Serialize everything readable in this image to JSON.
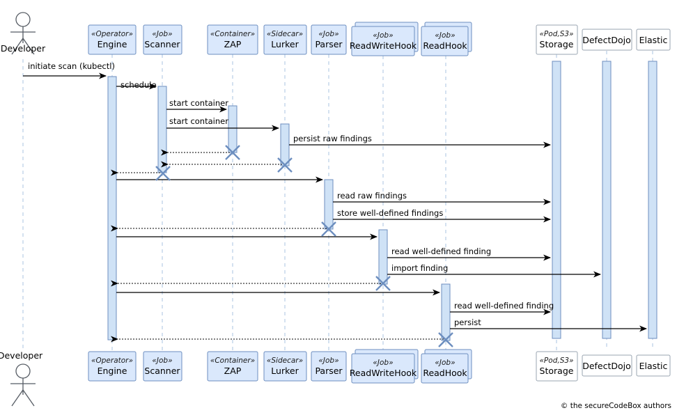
{
  "diagram": {
    "type": "uml-sequence-diagram",
    "copyright": "© the secureCodeBox authors",
    "colors": {
      "participant_fill": "#DAE8FC",
      "participant_stroke": "#6C8EBF",
      "plain_fill": "#FFFFFF",
      "plain_stroke": "#9AA5B1",
      "activation_fill": "#CFE2F6",
      "lifeline_dash": "#A8C3E0",
      "message_stroke": "#000000",
      "destroy_marker": "#6C8EBF"
    }
  },
  "actor": {
    "name": "Developer",
    "top_label": "Developer",
    "bottom_label": "Developer"
  },
  "participants": [
    {
      "id": "engine",
      "stereotype": "«Operator»",
      "name": "Engine",
      "style": "blue",
      "multi": false
    },
    {
      "id": "scanner",
      "stereotype": "«Job»",
      "name": "Scanner",
      "style": "blue",
      "multi": false
    },
    {
      "id": "zap",
      "stereotype": "«Container»",
      "name": "ZAP",
      "style": "blue",
      "multi": false
    },
    {
      "id": "lurker",
      "stereotype": "«Sidecar»",
      "name": "Lurker",
      "style": "blue",
      "multi": false
    },
    {
      "id": "parser",
      "stereotype": "«Job»",
      "name": "Parser",
      "style": "blue",
      "multi": false
    },
    {
      "id": "readwritehook",
      "stereotype": "«Job»",
      "name": "ReadWriteHook",
      "style": "blue",
      "multi": true
    },
    {
      "id": "readhook",
      "stereotype": "«Job»",
      "name": "ReadHook",
      "style": "blue",
      "multi": true
    },
    {
      "id": "storage",
      "stereotype": "«Pod,S3»",
      "name": "Storage",
      "style": "plain",
      "multi": false
    },
    {
      "id": "defectdojo",
      "stereotype": "",
      "name": "DefectDojo",
      "style": "plain",
      "multi": false
    },
    {
      "id": "elastic",
      "stereotype": "",
      "name": "Elastic",
      "style": "plain",
      "multi": false
    }
  ],
  "messages": [
    {
      "index": 0,
      "label": "initiate scan (kubectl)",
      "from": "developer",
      "to": "engine",
      "kind": "call"
    },
    {
      "index": 1,
      "label": "schedule",
      "from": "engine",
      "to": "scanner",
      "kind": "call"
    },
    {
      "index": 2,
      "label": "start container",
      "from": "scanner",
      "to": "zap",
      "kind": "call"
    },
    {
      "index": 3,
      "label": "start container",
      "from": "scanner",
      "to": "lurker",
      "kind": "call"
    },
    {
      "index": 4,
      "label": "persist raw findings",
      "from": "lurker",
      "to": "storage",
      "kind": "call"
    },
    {
      "index": 5,
      "label": "",
      "from": "zap",
      "to": "scanner",
      "kind": "return"
    },
    {
      "index": 6,
      "label": "",
      "from": "lurker",
      "to": "scanner",
      "kind": "return"
    },
    {
      "index": 7,
      "label": "",
      "from": "scanner",
      "to": "engine",
      "kind": "return"
    },
    {
      "index": 8,
      "label": "",
      "from": "engine",
      "to": "parser",
      "kind": "call"
    },
    {
      "index": 9,
      "label": "read raw findings",
      "from": "parser",
      "to": "storage",
      "kind": "call"
    },
    {
      "index": 10,
      "label": "store well-defined findings",
      "from": "parser",
      "to": "storage",
      "kind": "call"
    },
    {
      "index": 11,
      "label": "",
      "from": "parser",
      "to": "engine",
      "kind": "return"
    },
    {
      "index": 12,
      "label": "",
      "from": "engine",
      "to": "readwritehook",
      "kind": "call"
    },
    {
      "index": 13,
      "label": "read well-defined finding",
      "from": "readwritehook",
      "to": "storage",
      "kind": "call"
    },
    {
      "index": 14,
      "label": "import finding",
      "from": "readwritehook",
      "to": "defectdojo",
      "kind": "call"
    },
    {
      "index": 15,
      "label": "",
      "from": "readwritehook",
      "to": "engine",
      "kind": "return"
    },
    {
      "index": 16,
      "label": "",
      "from": "engine",
      "to": "readhook",
      "kind": "call"
    },
    {
      "index": 17,
      "label": "read well-defined finding",
      "from": "readhook",
      "to": "storage",
      "kind": "call"
    },
    {
      "index": 18,
      "label": "persist",
      "from": "readhook",
      "to": "elastic",
      "kind": "call"
    },
    {
      "index": 19,
      "label": "",
      "from": "readhook",
      "to": "engine",
      "kind": "return"
    }
  ],
  "destroyed_participants": [
    "scanner",
    "zap",
    "lurker",
    "parser",
    "readwritehook",
    "readhook"
  ]
}
